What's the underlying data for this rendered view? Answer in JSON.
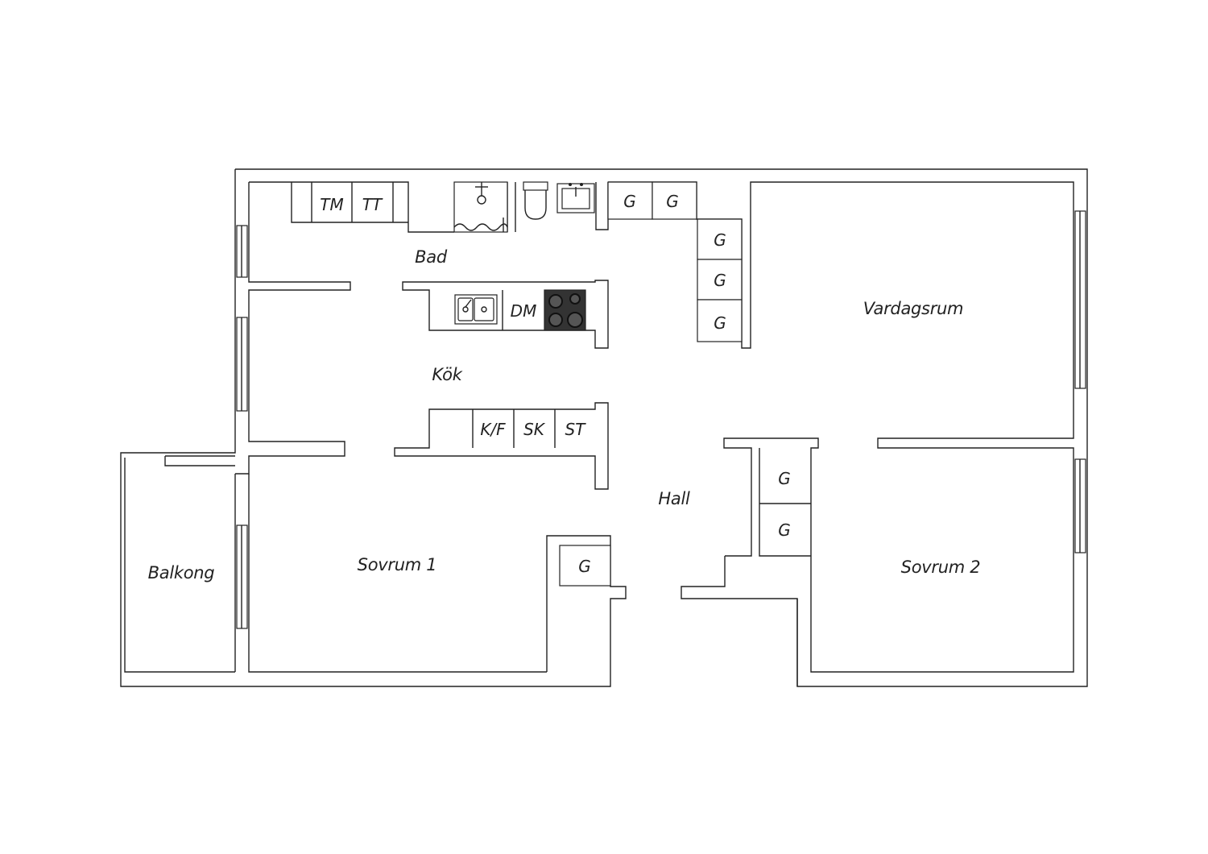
{
  "rooms": {
    "bad": "Bad",
    "kok": "Kök",
    "vardagsrum": "Vardagsrum",
    "hall": "Hall",
    "sovrum1": "Sovrum 1",
    "sovrum2": "Sovrum 2",
    "balkong": "Balkong"
  },
  "fixtures": {
    "tm": "TM",
    "tt": "TT",
    "dm": "DM",
    "kf": "K/F",
    "sk": "SK",
    "st": "ST",
    "g": "G"
  },
  "colors": {
    "line": "#222222",
    "background": "#ffffff",
    "stove": "#333333"
  },
  "icons": [
    "shower-icon",
    "toilet-icon",
    "washbasin-icon",
    "kitchen-sink-icon",
    "cooktop-icon",
    "window-icon"
  ]
}
